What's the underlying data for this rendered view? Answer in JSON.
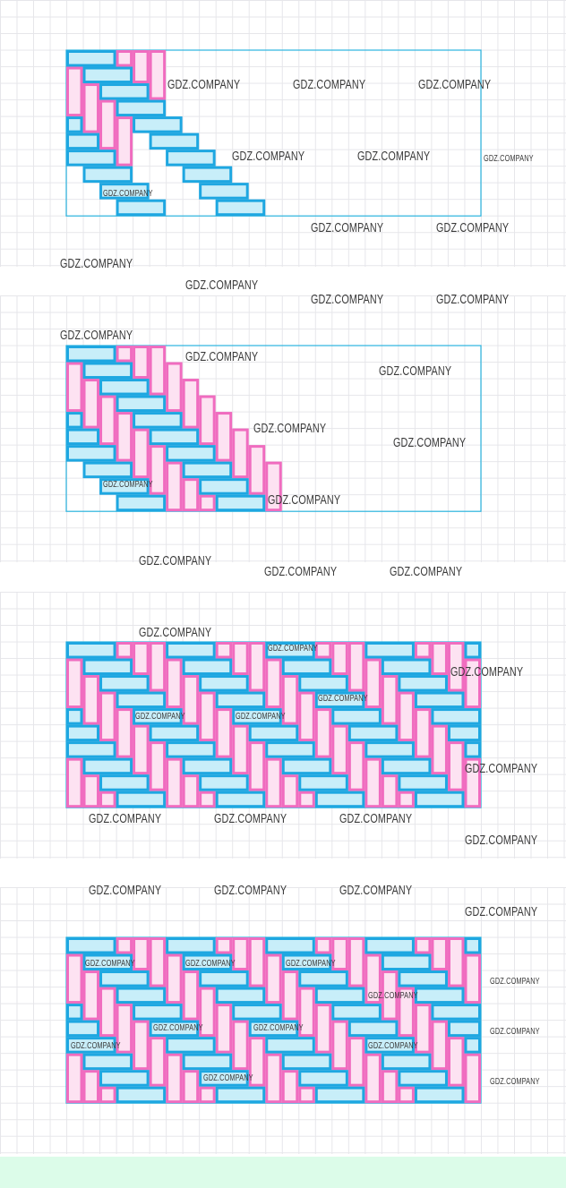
{
  "watermark_text": "GDZ.COMPANY",
  "colors": {
    "horizontal_brick_stroke": "#1ea7e1",
    "horizontal_brick_fill": "#c8eef9",
    "vertical_brick_stroke": "#f06cbf",
    "vertical_brick_fill": "#fde2f2",
    "frame": "#2bb5df",
    "footer": "#dcfce9"
  },
  "diagrams": [
    {
      "stage": "step-1",
      "grid_cols": 25,
      "grid_rows": 10
    },
    {
      "stage": "step-2",
      "grid_cols": 25,
      "grid_rows": 10
    },
    {
      "stage": "complete",
      "grid_cols": 25,
      "grid_rows": 10
    },
    {
      "stage": "complete",
      "grid_cols": 25,
      "grid_rows": 10
    }
  ]
}
